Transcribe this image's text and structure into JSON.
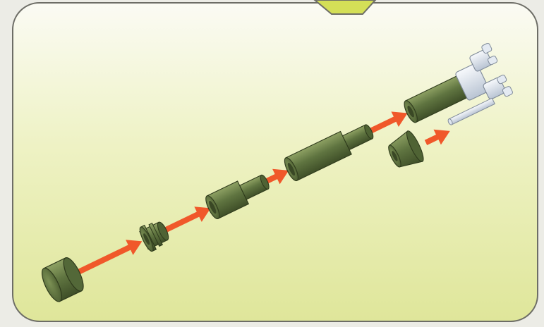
{
  "diagram": {
    "kind": "assembly-step",
    "colors": {
      "page_background": "#ecece6",
      "panel_gradient_top": "#fbfbf4",
      "panel_gradient_bottom": "#dfe69a",
      "panel_border": "#6d6d66",
      "step_tab": "#d4df57",
      "part_green": "#5f7440",
      "part_green_dark": "#3f4f28",
      "part_green_light": "#8ea163",
      "arrow_orange": "#f0582a",
      "connector_white": "#e4eaf2",
      "connector_shade": "#b9c4d3"
    },
    "parts": [
      {
        "name": "large-end-cap",
        "icon": "cylinder-cap-icon"
      },
      {
        "name": "flanged-collar",
        "icon": "flanged-collar-icon"
      },
      {
        "name": "stepped-sleeve-1",
        "icon": "stepped-tube-icon"
      },
      {
        "name": "stepped-sleeve-2",
        "icon": "stepped-tube-icon"
      },
      {
        "name": "short-tube",
        "icon": "tube-icon"
      },
      {
        "name": "tapered-nut",
        "icon": "tapered-nut-icon"
      },
      {
        "name": "twin-hinge-connector",
        "icon": "hinge-connector-icon"
      }
    ],
    "arrows": [
      {
        "from": "large-end-cap",
        "to": "flanged-collar"
      },
      {
        "from": "flanged-collar",
        "to": "stepped-sleeve-1"
      },
      {
        "from": "stepped-sleeve-1",
        "to": "stepped-sleeve-2"
      },
      {
        "from": "stepped-sleeve-2",
        "to": "short-tube"
      },
      {
        "from": "tapered-nut",
        "to": "twin-hinge-connector"
      }
    ]
  }
}
